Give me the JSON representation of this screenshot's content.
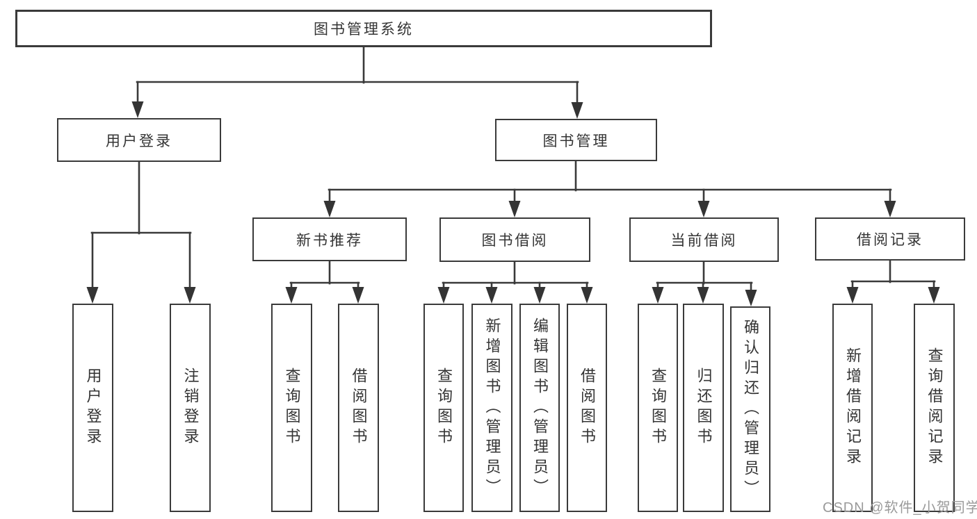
{
  "tree": {
    "root": {
      "label": "图书管理系统",
      "children": [
        {
          "label": "用户登录",
          "children": [
            {
              "label": "用户登录"
            },
            {
              "label": "注销登录"
            }
          ]
        },
        {
          "label": "图书管理",
          "children": [
            {
              "label": "新书推荐",
              "children": [
                {
                  "label": "查询图书"
                },
                {
                  "label": "借阅图书"
                }
              ]
            },
            {
              "label": "图书借阅",
              "children": [
                {
                  "label": "查询图书"
                },
                {
                  "label": "新增图书（管理员）"
                },
                {
                  "label": "编辑图书（管理员）"
                },
                {
                  "label": "借阅图书"
                }
              ]
            },
            {
              "label": "当前借阅",
              "children": [
                {
                  "label": "查询图书"
                },
                {
                  "label": "归还图书"
                },
                {
                  "label": "确认归还（管理员）"
                }
              ]
            },
            {
              "label": "借阅记录",
              "children": [
                {
                  "label": "新增借阅记录"
                },
                {
                  "label": "查询借阅记录"
                }
              ]
            }
          ]
        }
      ]
    }
  },
  "watermark": {
    "text": "CSDN @软件_小贺同学"
  },
  "colors": {
    "line": "#3a3a3a",
    "box_border": "#3a3a3a",
    "text": "#343434",
    "background": "#ffffff",
    "watermark_text": "#9a9a9a"
  }
}
